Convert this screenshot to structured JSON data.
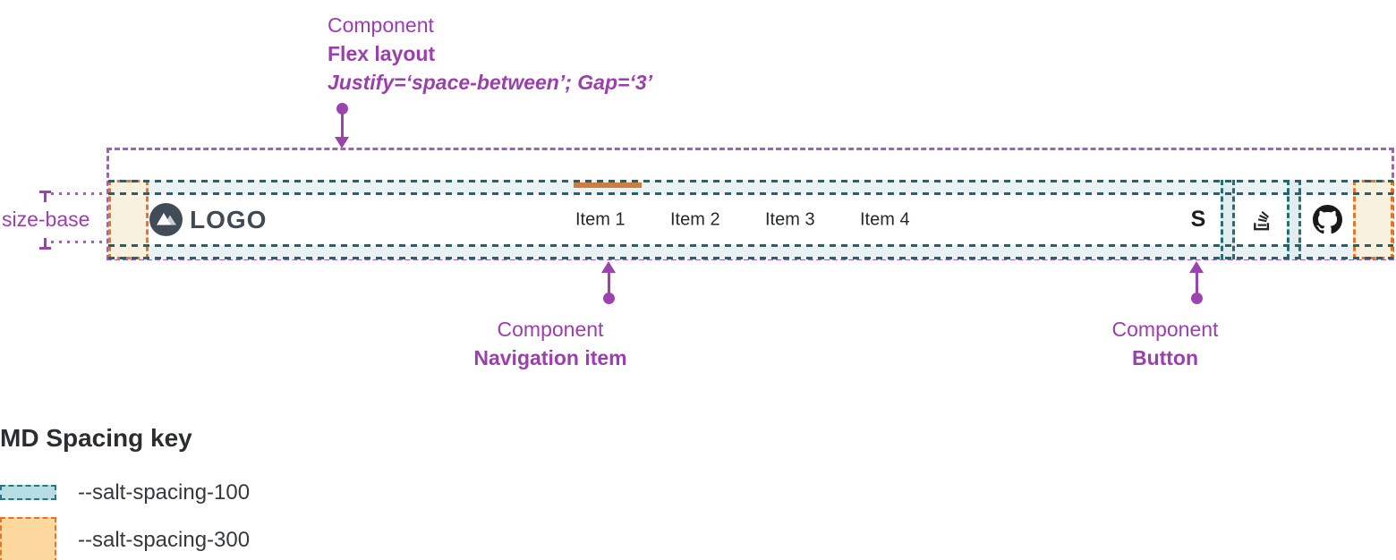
{
  "annotations": {
    "flex_layout": {
      "line1": "Component",
      "line2": "Flex layout",
      "line3": "Justify=‘space-between’; Gap=‘3’"
    },
    "size_base_label": "size-base",
    "navigation_item": {
      "line1": "Component",
      "line2": "Navigation item"
    },
    "button": {
      "line1": "Component",
      "line2": "Button"
    }
  },
  "navbar": {
    "logo_text": "LOGO",
    "items": [
      {
        "label": "Item 1",
        "active": true
      },
      {
        "label": "Item 2",
        "active": false
      },
      {
        "label": "Item 3",
        "active": false
      },
      {
        "label": "Item 4",
        "active": false
      }
    ],
    "buttons": [
      {
        "name": "symphony",
        "label": "S"
      },
      {
        "name": "stackoverflow"
      },
      {
        "name": "github"
      }
    ]
  },
  "legend": {
    "title": "MD Spacing key",
    "entries": [
      {
        "token": "--salt-spacing-100",
        "fill": "#b6dce4",
        "border": "#2a7680"
      },
      {
        "token": "--salt-spacing-300",
        "fill": "#fcd89e",
        "border": "#e8742a"
      }
    ]
  },
  "colors": {
    "annotation_purple": "#9c3fae",
    "layout_outline_purple": "#a75cc0",
    "spacing_100_line": "#1f646e",
    "spacing_100_fill": "#eaf2f4",
    "spacing_300_line": "#e8742a",
    "spacing_300_fill": "#f8f1de",
    "active_indicator_orange": "#cc7f40",
    "bar_background": "#ffffff",
    "text_dark": "#26292e"
  }
}
